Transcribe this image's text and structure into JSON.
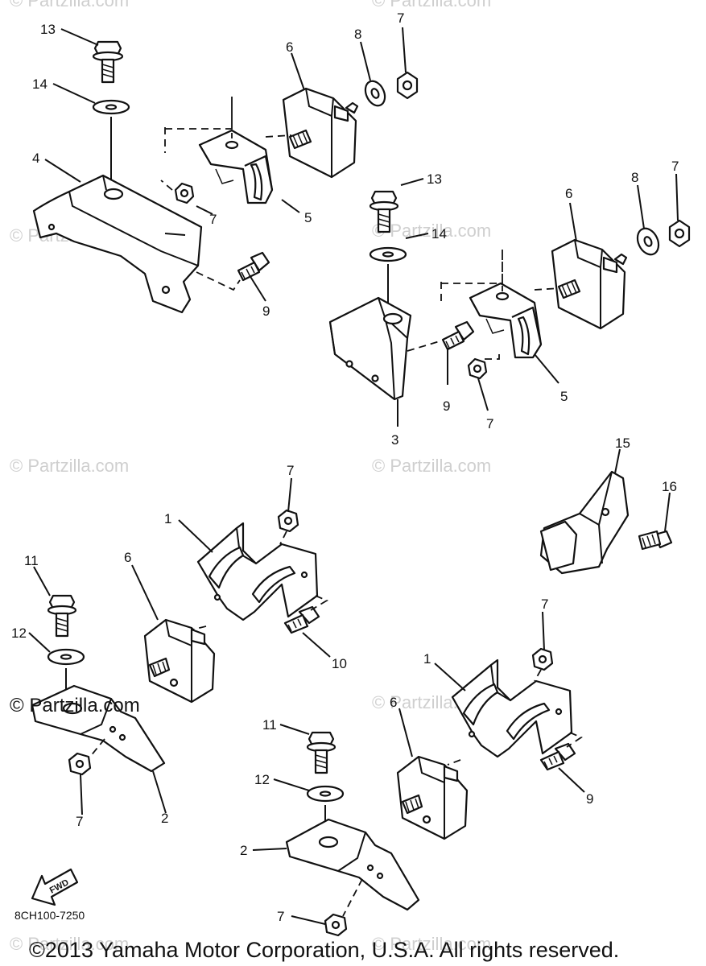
{
  "watermarks": [
    "© Partzilla.com",
    "© Partzilla.com",
    "© Partzilla.com",
    "© Partzilla.com",
    "© Partzilla.com",
    "© Partzilla.com",
    "© Partzilla.com",
    "© Partzilla.com",
    "© Partzilla.com",
    "© Partzilla.com",
    "© Partzilla.com",
    "© Partzilla.com"
  ],
  "watermark_dark": "© Partzilla.com",
  "callouts": {
    "c1": "13",
    "c2": "14",
    "c3": "4",
    "c4": "6",
    "c5": "8",
    "c6": "7",
    "c7": "7",
    "c8": "5",
    "c9": "9",
    "c10": "13",
    "c11": "14",
    "c12": "6",
    "c13": "8",
    "c14": "7",
    "c15": "9",
    "c16": "7",
    "c17": "5",
    "c18": "3",
    "c19": "15",
    "c20": "16",
    "c21": "7",
    "c22": "1",
    "c23": "6",
    "c24": "11",
    "c25": "12",
    "c26": "10",
    "c27": "7",
    "c28": "2",
    "c29": "7",
    "c30": "1",
    "c31": "6",
    "c32": "11",
    "c33": "12",
    "c34": "9",
    "c35": "2",
    "c36": "7"
  },
  "fwd_label": "FWD",
  "diagram_code": "8CH100-7250",
  "copyright": "©2013 Yamaha Motor Corporation, U.S.A. All rights reserved."
}
